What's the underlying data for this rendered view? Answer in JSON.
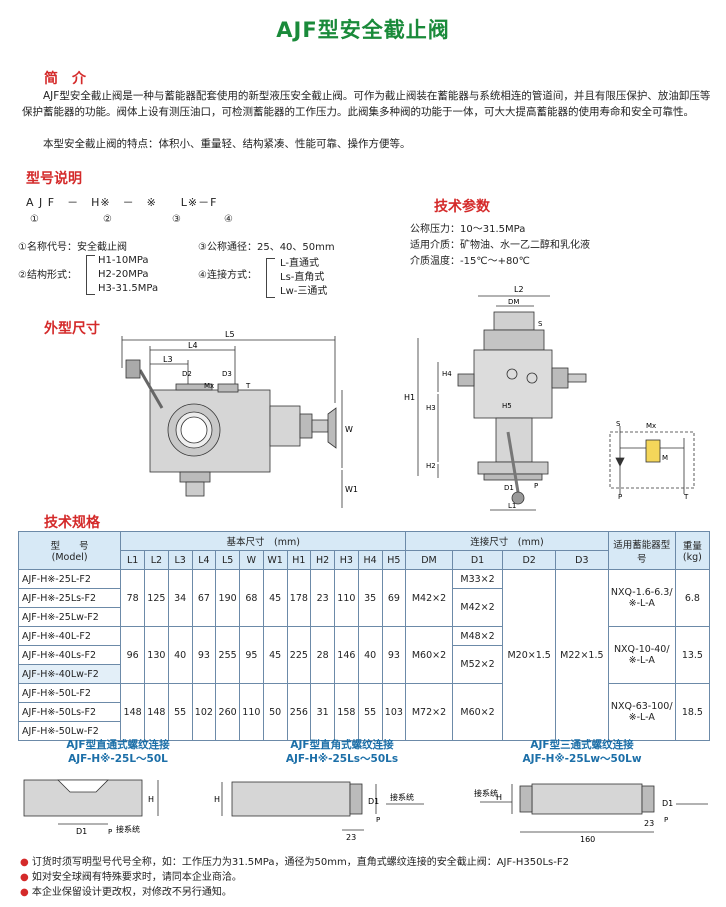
{
  "title": "AJF型安全截止阀",
  "intro": {
    "heading": "简　介",
    "p1": "AJF型安全截止阀是一种与蓄能器配套使用的新型液压安全截止阀。可作为截止阀装在蓄能器与系统相连的管道间，并且有限压保护、放油卸压等保护蓄能器的功能。阀体上设有测压油口，可检测蓄能器的工作压力。此阀集多种阀的功能于一体，可大大提高蓄能器的使用寿命和安全可靠性。",
    "p2": "本型安全截止阀的特点：体积小、重量轻、结构紧凑、性能可靠、操作方便等。"
  },
  "model": {
    "heading": "型号说明",
    "code": "A J F　－　H※　－　※　　L※－F",
    "nums": [
      "①",
      "②",
      "③",
      "④"
    ],
    "item1": "①名称代号：安全截止阀",
    "item2": "②结构形式：",
    "item2_opts": [
      "H1-10MPa",
      "H2-20MPa",
      "H3-31.5MPa"
    ],
    "item3": "③公称通径：25、40、50mm",
    "item4": "④连接方式：",
    "item4_opts": [
      "L-直通式",
      "Ls-直角式",
      "Lw-三通式"
    ]
  },
  "tech": {
    "heading": "技术参数",
    "lines": [
      "公称压力：10～31.5MPa",
      "适用介质：矿物油、水一乙二醇和乳化液",
      "介质温度：-15℃～+80℃"
    ]
  },
  "outline": {
    "heading": "外型尺寸",
    "labels": [
      "L5",
      "L4",
      "L3",
      "D2",
      "D3",
      "Mx",
      "T",
      "W",
      "W1"
    ],
    "side_labels": [
      "L2",
      "DM",
      "S",
      "H4",
      "H1",
      "H3",
      "H5",
      "H2",
      "D1",
      "P",
      "L1"
    ],
    "schem_labels": [
      "S",
      "Mx",
      "M",
      "P",
      "T"
    ]
  },
  "specs": {
    "heading": "技术规格",
    "head_model": "型　　号",
    "head_model2": "(Model)",
    "head_basic": "基本尺寸　(mm)",
    "head_conn": "连接尺寸　(mm)",
    "head_acc": "适用蓄能器型号",
    "head_wt": "重量(kg)",
    "cols": [
      "L1",
      "L2",
      "L3",
      "L4",
      "L5",
      "W",
      "W1",
      "H1",
      "H2",
      "H3",
      "H4",
      "H5",
      "DM",
      "D1",
      "D2",
      "D3"
    ],
    "groups": [
      {
        "models": [
          "AJF-H※-25L-F2",
          "AJF-H※-25Ls-F2",
          "AJF-H※-25Lw-F2"
        ],
        "vals": [
          "78",
          "125",
          "34",
          "67",
          "190",
          "68",
          "45",
          "178",
          "23",
          "110",
          "35",
          "69",
          "M42×2"
        ],
        "d1": [
          "M33×2",
          "M42×2"
        ],
        "acc": [
          "NXQ-1.6-6.3/",
          "※-L-A"
        ],
        "wt": "6.8"
      },
      {
        "models": [
          "AJF-H※-40L-F2",
          "AJF-H※-40Ls-F2",
          "AJF-H※-40Lw-F2"
        ],
        "vals": [
          "96",
          "130",
          "40",
          "93",
          "255",
          "95",
          "45",
          "225",
          "28",
          "146",
          "40",
          "93",
          "M60×2"
        ],
        "d1": [
          "M48×2",
          "M52×2"
        ],
        "acc": [
          "NXQ-10-40/",
          "※-L-A"
        ],
        "wt": "13.5"
      },
      {
        "models": [
          "AJF-H※-50L-F2",
          "AJF-H※-50Ls-F2",
          "AJF-H※-50Lw-F2"
        ],
        "vals": [
          "148",
          "148",
          "55",
          "102",
          "260",
          "110",
          "50",
          "256",
          "31",
          "158",
          "55",
          "103",
          "M72×2"
        ],
        "d1": [
          "M60×2"
        ],
        "acc": [
          "NXQ-63-100/",
          "※-L-A"
        ],
        "wt": "18.5"
      }
    ],
    "d2": "M20×1.5",
    "d3": "M22×1.5"
  },
  "conn": [
    {
      "t1": "AJF型直通式螺纹连接",
      "t2": "AJF-H※-25L～50L",
      "labels": [
        "H",
        "D1",
        "P",
        "接系统"
      ]
    },
    {
      "t1": "AJF型直角式螺纹连接",
      "t2": "AJF-H※-25Ls～50Ls",
      "labels": [
        "H",
        "D1",
        "P",
        "接系统",
        "23"
      ]
    },
    {
      "t1": "AJF型三通式螺纹连接",
      "t2": "AJF-H※-25Lw～50Lw",
      "labels": [
        "H",
        "D1",
        "P",
        "接系统",
        "23",
        "160"
      ]
    }
  ],
  "notes": [
    "订货时须写明型号代号全称，如：工作压力为31.5MPa，通径为50mm，直角式螺纹连接的安全截止阀：AJF-H350Ls-F2",
    "如对安全球阀有特殊要求时，请同本企业商洽。",
    "本企业保留设计更改权，对修改不另行通知。"
  ],
  "colors": {
    "title": "#1a8a3a",
    "heading": "#d42a2a",
    "table_head": "#d7e9f6",
    "conn_title": "#1c6fa8"
  }
}
